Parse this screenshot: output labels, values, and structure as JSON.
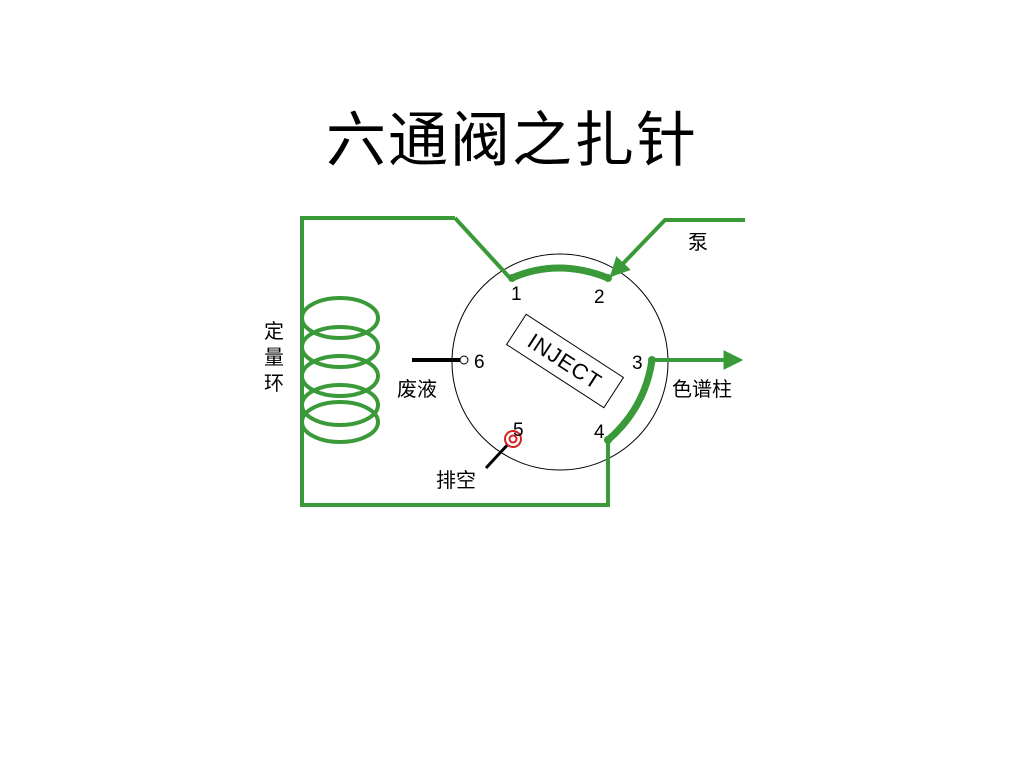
{
  "title": "六通阀之扎针",
  "labels": {
    "pump": "泵",
    "column": "色谱柱",
    "waste": "废液",
    "vent": "排空",
    "loop": [
      "定",
      "量",
      "环"
    ],
    "inject": "INJECT"
  },
  "ports": [
    "1",
    "2",
    "3",
    "4",
    "5",
    "6"
  ],
  "colors": {
    "tubing": "#3a9a3a",
    "valve_outline": "#000000",
    "needle_marker": "#d42020"
  }
}
